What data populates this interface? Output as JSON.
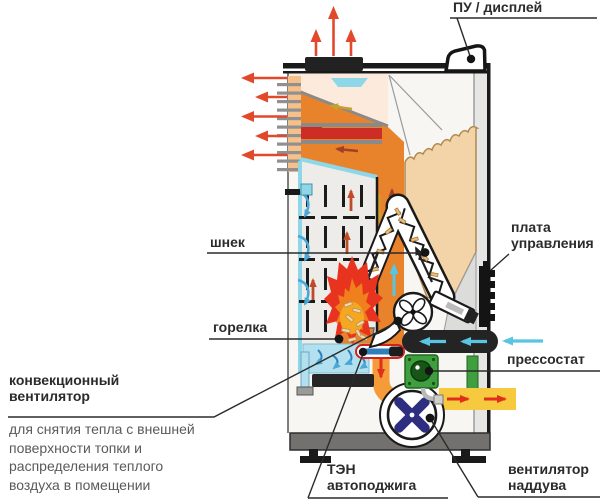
{
  "labels": {
    "display_unit": "ПУ / дисплей",
    "control_board": "плата управления",
    "pressure_switch": "прессостат",
    "auger": "шнек",
    "burner": "горелка",
    "convection_fan": "конвекционный вентилятор",
    "convection_fan_note": "для снятия тепла с внешней поверхности топки и распределения теплого воздуха в помещении",
    "ignition_heater": "ТЭН автоподжига",
    "blower_fan": "вентилятор наддува"
  },
  "colors": {
    "heat_arrow_red": "#e2492b",
    "flue_orange": "#e8832c",
    "pellet_beige": "#f3d4a8",
    "water_blue": "#8ed7e8",
    "air_cyan": "#58c5e2",
    "duct_yellow": "#f7c93e",
    "pressure_switch_green": "#3f9e3f",
    "fan_navy": "#2e2e80",
    "label_text": "#2b2b2b",
    "note_text": "#5a5a5a"
  },
  "icons": {
    "convection_fan": "fan-icon",
    "blower_fan": "fan-icon",
    "auger": "screw-conveyor-icon",
    "flame": "flame-icon"
  }
}
